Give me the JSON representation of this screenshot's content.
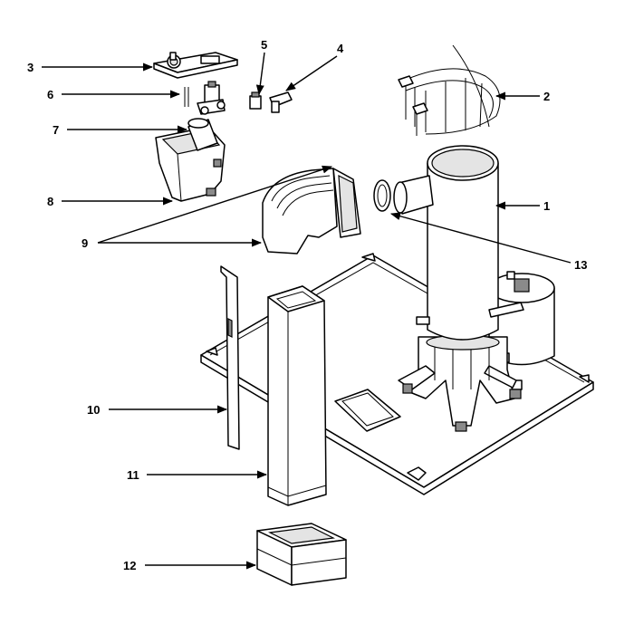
{
  "callouts": [
    {
      "number": "1"
    },
    {
      "number": "2"
    },
    {
      "number": "3"
    },
    {
      "number": "4"
    },
    {
      "number": "5"
    },
    {
      "number": "6"
    },
    {
      "number": "7"
    },
    {
      "number": "8"
    },
    {
      "number": "9"
    },
    {
      "number": "10"
    },
    {
      "number": "11"
    },
    {
      "number": "12"
    },
    {
      "number": "13"
    }
  ],
  "colors": {
    "line": "#000000",
    "background": "#ffffff",
    "shade": "#e4e4e4"
  }
}
